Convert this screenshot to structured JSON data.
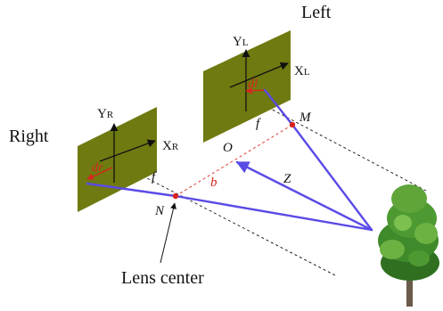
{
  "labels": {
    "left": "Left",
    "right": "Right",
    "yl_main": "Y",
    "yl_sub": "L",
    "xl_main": "X",
    "xl_sub": "L",
    "yr_main": "Y",
    "yr_sub": "R",
    "xr_main": "X",
    "xr_sub": "R",
    "dl": "dl",
    "dr": "dr",
    "f_left": "f",
    "f_right": "f",
    "m": "M",
    "n": "N",
    "o": "O",
    "z": "Z",
    "b": "b",
    "lens_center": "Lens center"
  },
  "colors": {
    "image_plane": "#6f7a10",
    "ray": "#5a4ae6",
    "accent_red": "#d8261f",
    "axis": "#111111",
    "trunk": "#6a5a48",
    "foliage_dark": "#2f6f1f",
    "foliage_light": "#5fa53a"
  },
  "icons": {
    "tree": "tree-icon"
  }
}
